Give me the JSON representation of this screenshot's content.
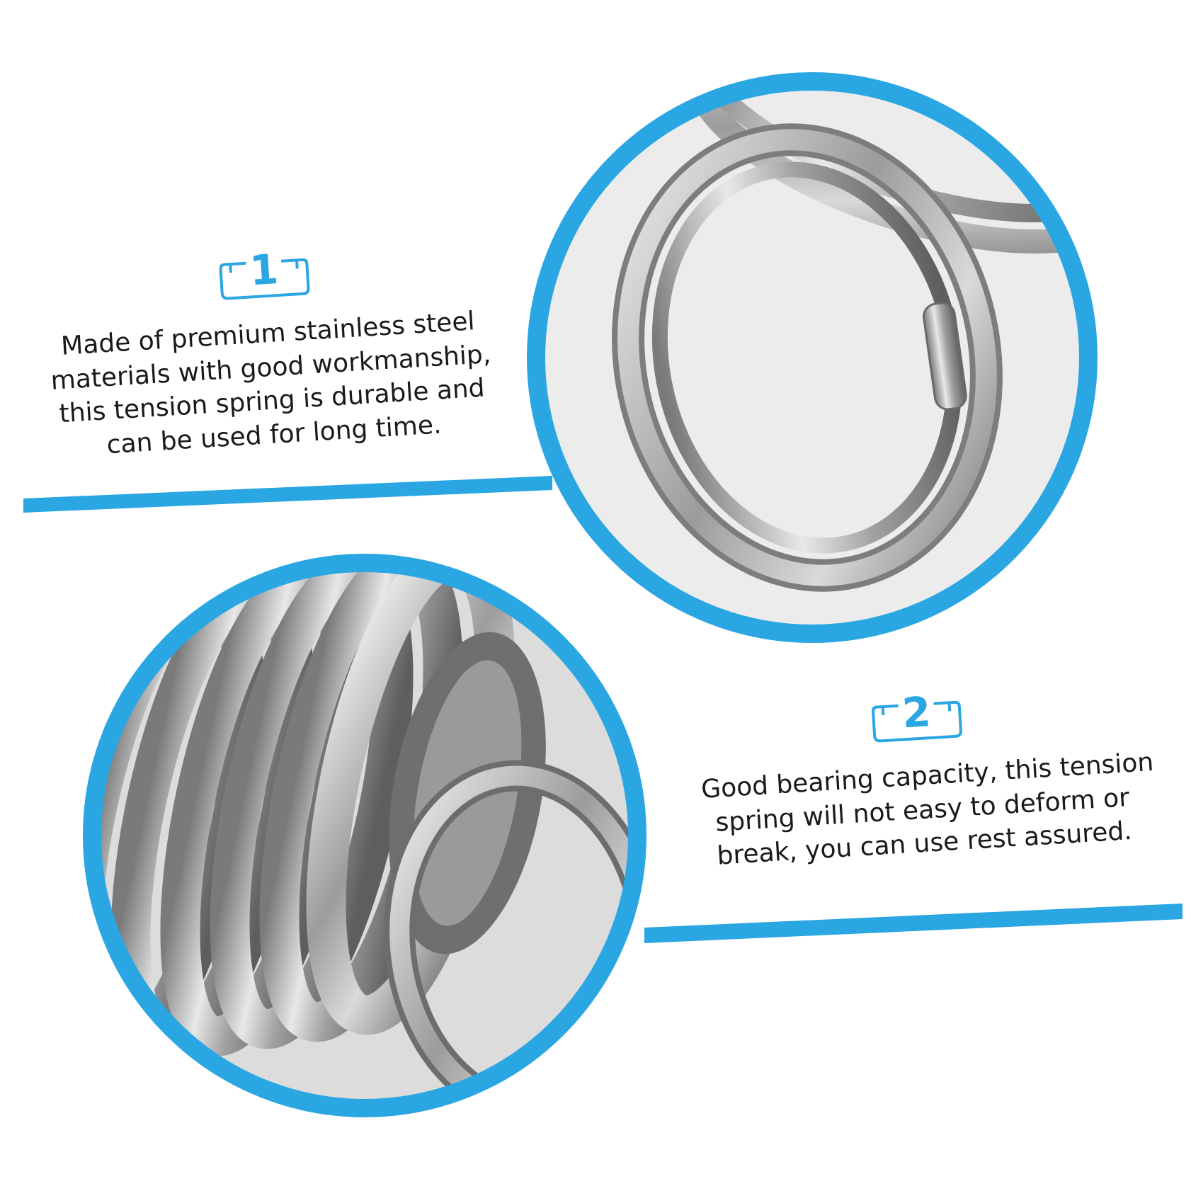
{
  "features": [
    {
      "number": "1",
      "lines": [
        "Made of premium stainless steel",
        "materials with good workmanship,",
        "this tension spring is durable and",
        "can be used for long time."
      ]
    },
    {
      "number": "2",
      "lines": [
        "Good bearing capacity, this tension",
        "spring will not easy to deform or",
        "break, you can use rest assured."
      ]
    }
  ],
  "colors": {
    "accent": "#2aa6e3",
    "photo_background": "#ececec",
    "steel": "#8a8a8a"
  }
}
